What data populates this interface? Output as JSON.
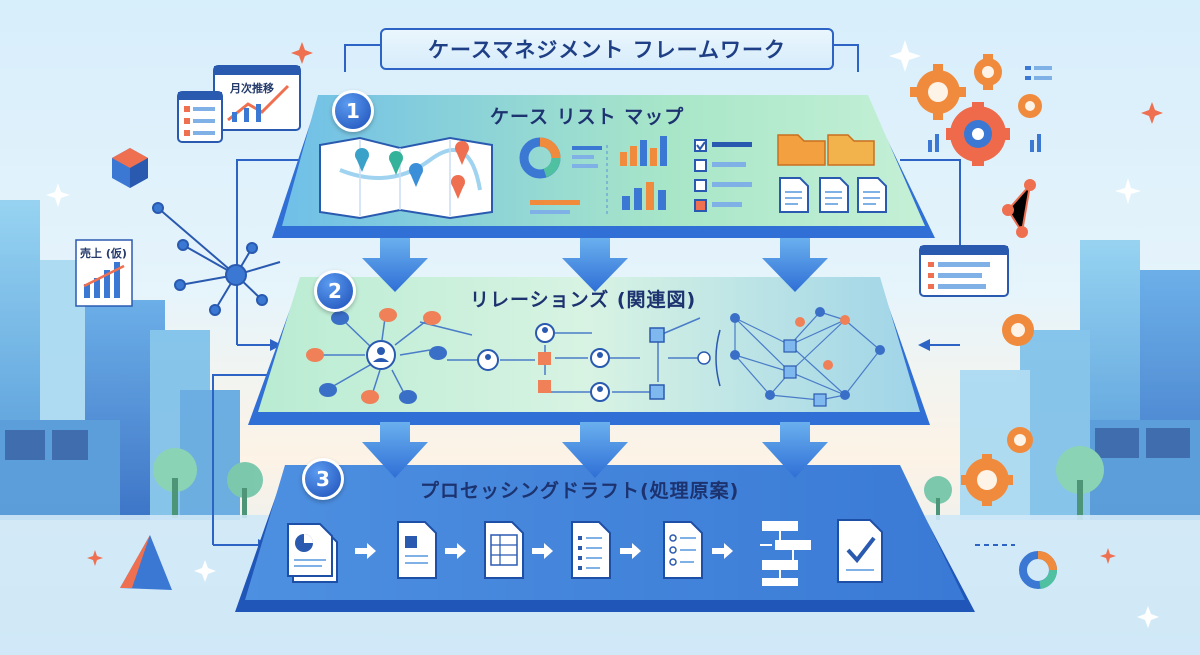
{
  "title": "ケースマネジメント フレームワーク",
  "layers": [
    {
      "number": "1",
      "title": "ケース リスト マップ"
    },
    {
      "number": "2",
      "title": "リレーションズ (関連図)"
    },
    {
      "number": "3",
      "title": "プロセッシングドラフト(処理原案)"
    }
  ],
  "side_labels": {
    "monthly_trend": "月次推移",
    "sales_provisional": "売上 (仮)"
  },
  "colors": {
    "layer_blue": "#2f6fd6",
    "layer_dark": "#1f56b8",
    "layer_green": "#7fd8b8",
    "arrow": "#3f86df",
    "accent_orange": "#e8734a",
    "node_orange": "#ef8058",
    "node_blue": "#3a6fc8",
    "gear_orange": "#f08a3c"
  },
  "icons": [
    "map-icon",
    "donut-chart-icon",
    "bar-chart-icon",
    "checklist-icon",
    "folder-icon",
    "document-icon",
    "person-icon",
    "network-icon",
    "flowchart-icon",
    "checkmark-document-icon",
    "gear-icon",
    "sparkle-icon"
  ]
}
